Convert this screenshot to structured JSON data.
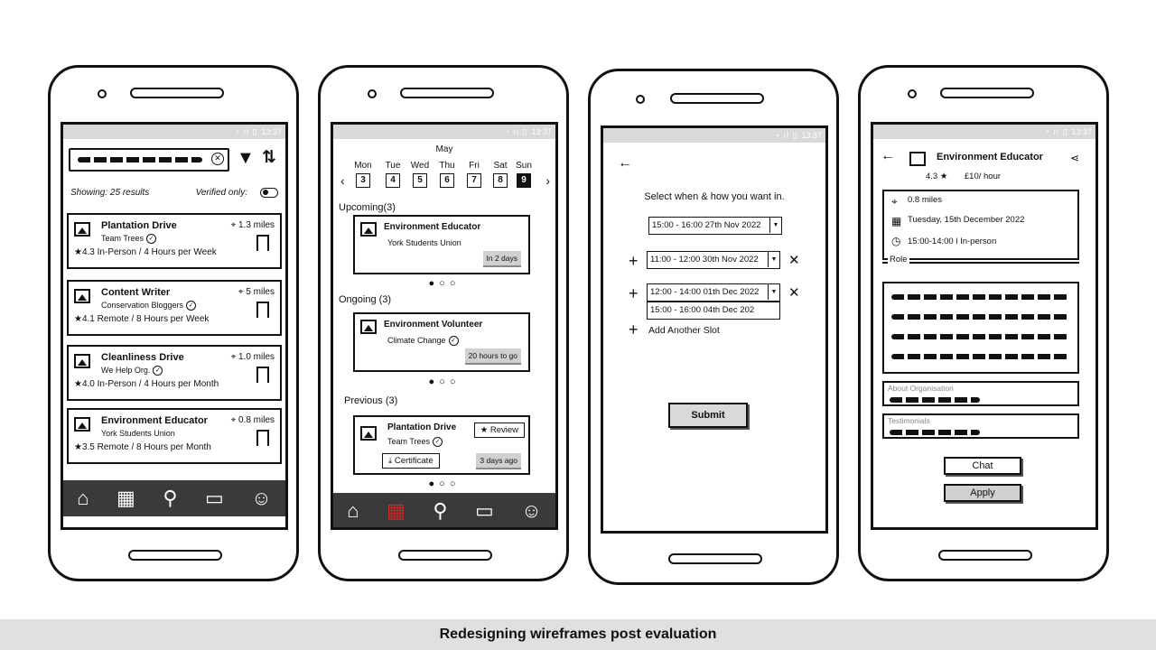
{
  "status_time": "13:37",
  "phone1": {
    "search_clear_icon": "close-circle-icon",
    "results_text": "Showing: 25 results",
    "verified_label": "Verified only:",
    "cards": [
      {
        "title": "Plantation Drive",
        "distance": "1.3 miles",
        "org": "Team Trees",
        "rating": "4.3",
        "meta": "In-Person / 4 Hours per Week"
      },
      {
        "title": "Content Writer",
        "distance": "5 miles",
        "org": "Conservation Bloggers",
        "rating": "4.1",
        "meta": "Remote / 8 Hours per Week"
      },
      {
        "title": "Cleanliness Drive",
        "distance": "1.0 miles",
        "org": "We Help Org.",
        "rating": "4.0",
        "meta": "In-Person / 4 Hours per Month"
      },
      {
        "title": "Environment Educator",
        "distance": "0.8 miles",
        "org": "York Students Union",
        "rating": "3.5",
        "meta": "Remote / 8 Hours per Month"
      }
    ]
  },
  "phone2": {
    "month": "May",
    "days": [
      {
        "name": "Mon",
        "num": "3"
      },
      {
        "name": "Tue",
        "num": "4"
      },
      {
        "name": "Wed",
        "num": "5"
      },
      {
        "name": "Thu",
        "num": "6"
      },
      {
        "name": "Fri",
        "num": "7"
      },
      {
        "name": "Sat",
        "num": "8"
      },
      {
        "name": "Sun",
        "num": "9"
      }
    ],
    "upcoming_label": "Upcoming(3)",
    "ongoing_label": "Ongoing (3)",
    "previous_label": "Previous (3)",
    "upcoming": {
      "title": "Environment Educator",
      "org": "York Students Union",
      "badge": "In 2 days"
    },
    "ongoing": {
      "title": "Environment Volunteer",
      "org": "Climate Change",
      "badge": "20 hours to go"
    },
    "previous": {
      "title": "Plantation Drive",
      "org": "Team Trees",
      "badge": "3 days ago",
      "review": "Review",
      "certificate": "Certificate"
    }
  },
  "phone3": {
    "title": "Select when & how you want in.",
    "slots": [
      "15:00 - 16:00 27th Nov 2022",
      "11:00 - 12:00 30th Nov 2022",
      "12:00 - 14:00 01th Dec 2022"
    ],
    "dropdown_option": "15:00 - 16:00 04th Dec 202",
    "add_slot": "Add Another Slot",
    "submit": "Submit"
  },
  "phone4": {
    "title": "Environment Educator",
    "rating": "4.3",
    "rate": "£10/ hour",
    "distance": "0.8 miles",
    "date": "Tuesday, 15th December 2022",
    "time": "15:00-14:00 l In-person",
    "role_label": "Role",
    "about_label": "About Organisation",
    "testimonials_label": "Testimonials",
    "chat": "Chat",
    "apply": "Apply"
  },
  "caption": "Redesigning wireframes post evaluation"
}
